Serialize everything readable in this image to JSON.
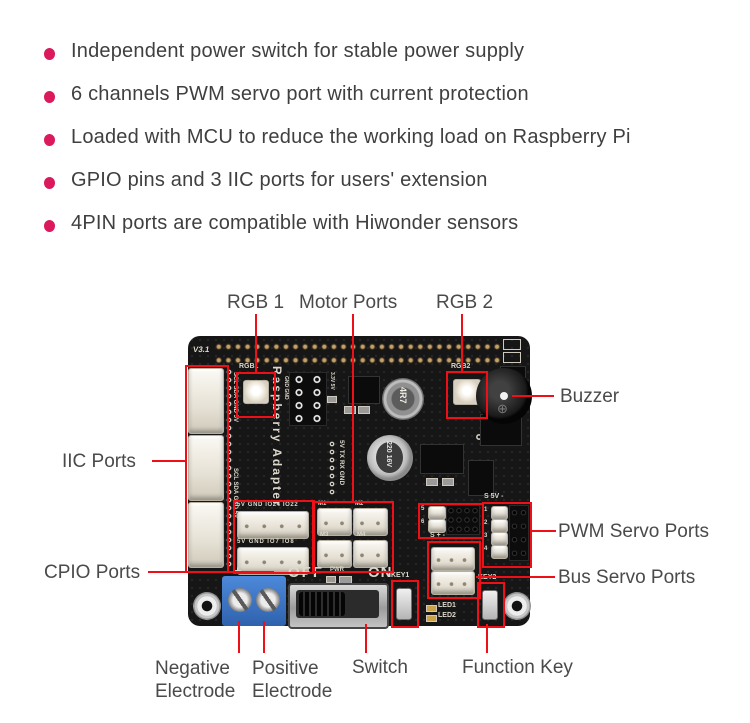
{
  "features": {
    "bullet_color": "#da1a5c",
    "items": [
      "Independent power switch for stable power supply",
      "6 channels PWM servo port with current protection",
      "Loaded with MCU to reduce the working load on Raspberry Pi",
      "GPIO pins and 3 IIC ports for users' extension",
      "4PIN ports are compatible with Hiwonder sensors"
    ]
  },
  "annotations": {
    "accent_color": "#ee1016",
    "rgb1": "RGB 1",
    "motor_ports": "Motor Ports",
    "rgb2": "RGB 2",
    "buzzer": "Buzzer",
    "iic_ports": "IIC Ports",
    "cpio_ports": "CPIO Ports",
    "pwm_servo_ports": "PWM Servo Ports",
    "bus_servo_ports": "Bus Servo Ports",
    "negative_line1": "Negative",
    "negative_line2": "Electrode",
    "positive_line1": "Positive",
    "positive_line2": "Electrode",
    "switch": "Switch",
    "function_key": "Function Key"
  },
  "board": {
    "silk": {
      "version": "V3.1",
      "name": "Raspberry Adapter",
      "rgb1": "RGB1",
      "rgb2": "RGB2",
      "iic_pins": "SCL SDA GND 5V",
      "header_gnd": "GND GND",
      "power_sel": "3.3V 5V",
      "inductor": "4R7",
      "capacitor": "220 16V",
      "uart": "5V TX RX GND",
      "cpio_row1": "5V GND IO24 IO22",
      "cpio_row2": "5V GND IO7 IO8",
      "m1": "M1",
      "m2": "M2",
      "m3": "M3",
      "m4": "M4",
      "pwm_header": "S 5V -",
      "bus_header": "S + -",
      "n1": "1",
      "n2": "2",
      "n3": "3",
      "n4": "4",
      "n5": "5",
      "n6": "6",
      "off": "OFF",
      "pwr": "PWR",
      "on": "ON",
      "key1": "KEY1",
      "key2": "KEY2",
      "led1": "LED1",
      "led2": "LED2",
      "plus": "+",
      "minus": "-",
      "buzzer_plus": "⊕"
    }
  }
}
